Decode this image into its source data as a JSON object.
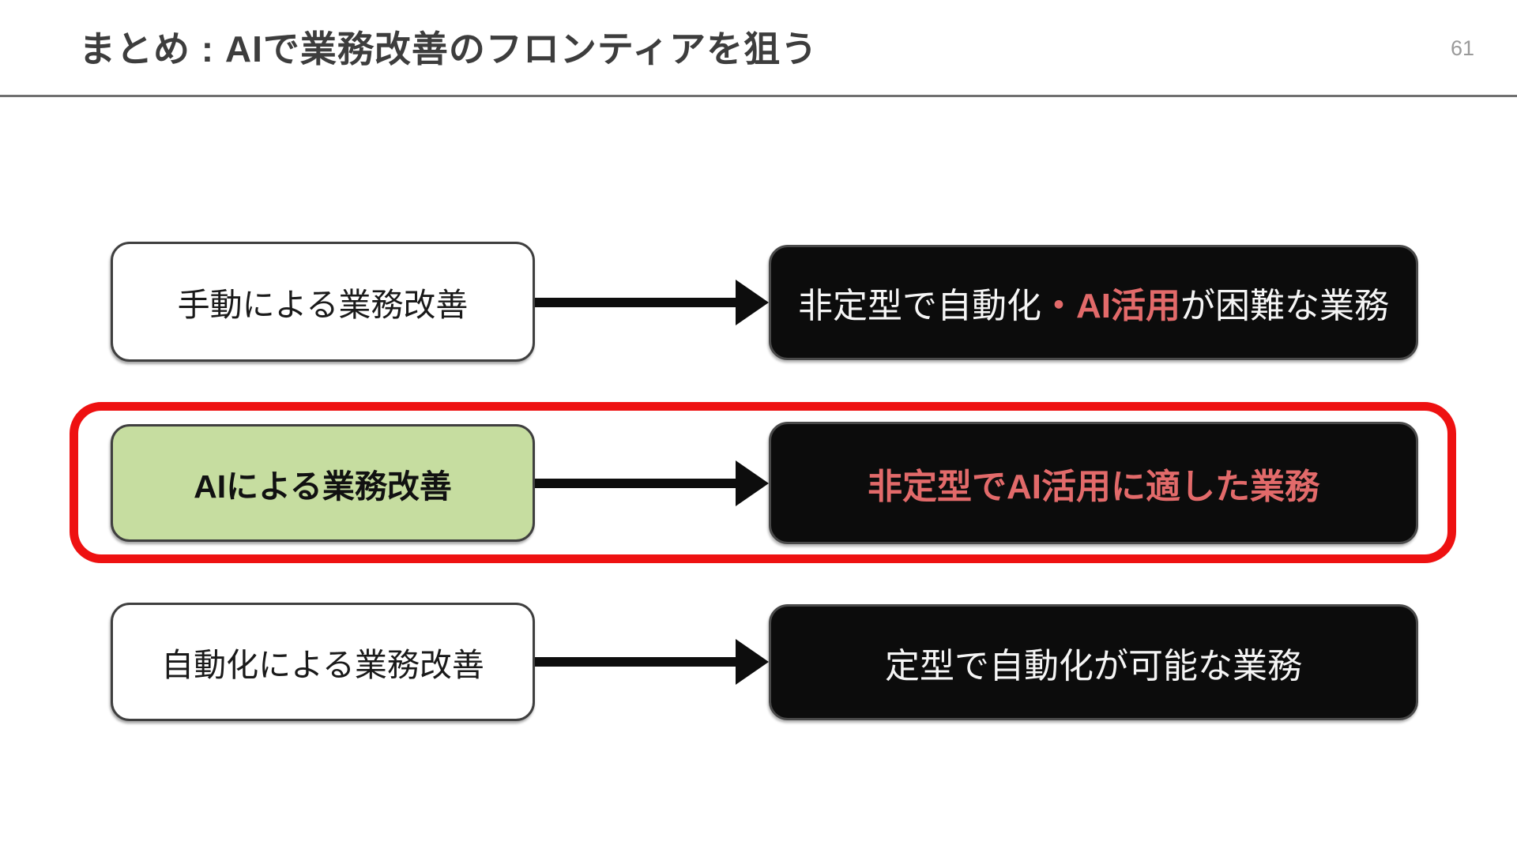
{
  "slide": {
    "title": "まとめ : AIで業務改善のフロンティアを狙う",
    "page_number": "61"
  },
  "colors": {
    "title_text": "#3d3d3d",
    "divider": "#707070",
    "page_number": "#9a9a9a",
    "box_border": "#3f3f3f",
    "black_box_bg": "#0c0c0c",
    "green_box_bg": "#c6dda0",
    "highlight_outline": "#ee1111",
    "red_text": "#e26a6a",
    "arrow_color": "#0d0d0d"
  },
  "diagram": {
    "rows": [
      {
        "left": {
          "label": "手動による業務改善",
          "style": "white"
        },
        "arrow": "right-arrow",
        "right": {
          "segments": [
            {
              "text": "非定型で自動化",
              "emphasis": "white"
            },
            {
              "text": "・AI活用",
              "emphasis": "red-bold"
            },
            {
              "text": "が困難な業務",
              "emphasis": "white"
            }
          ]
        },
        "highlighted": false
      },
      {
        "left": {
          "label": "AIによる業務改善",
          "style": "green-bold"
        },
        "arrow": "right-arrow",
        "right": {
          "segments": [
            {
              "text": "非定型でAI活用に適した業務",
              "emphasis": "red-bold"
            }
          ]
        },
        "highlighted": true
      },
      {
        "left": {
          "label": "自動化による業務改善",
          "style": "white"
        },
        "arrow": "right-arrow",
        "right": {
          "segments": [
            {
              "text": "定型で自動化が可能な業務",
              "emphasis": "white"
            }
          ]
        },
        "highlighted": false
      }
    ]
  }
}
